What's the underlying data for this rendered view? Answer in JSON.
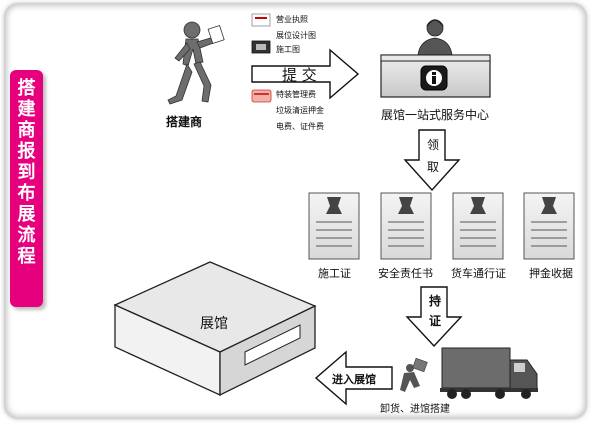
{
  "side_title": "搭建商报到布展流程",
  "contractor_label": "搭建商",
  "documents": {
    "items": [
      "营业执照",
      "展位设计图",
      "施工图"
    ],
    "submit_label": "提 交",
    "fees": [
      "特装管理费",
      "垃圾清运押金",
      "电费、证件费"
    ]
  },
  "service_center_label": "展馆一站式服务中心",
  "collect_label": "领取",
  "certificates": [
    "施工证",
    "安全责任书",
    "货车通行证",
    "押金收据"
  ],
  "hold_label": "持证",
  "hall_label": "展馆",
  "enter_label": "进入展馆",
  "unload_label": "卸货、进馆搭建"
}
